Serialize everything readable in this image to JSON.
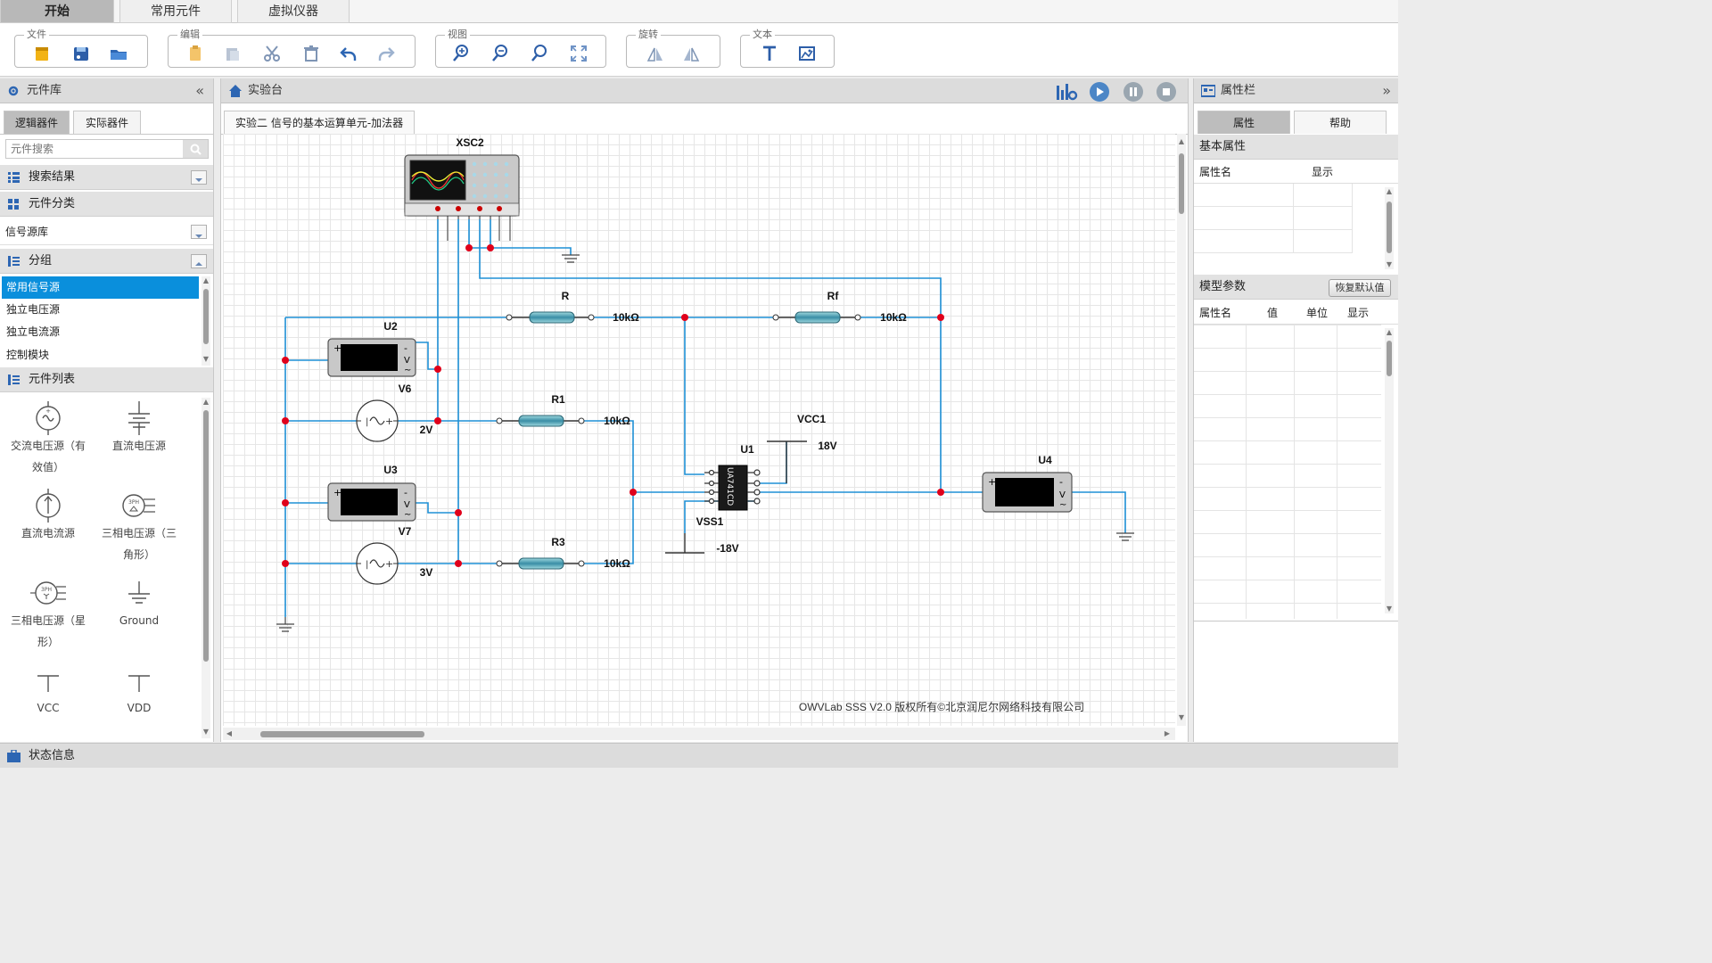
{
  "menu": {
    "tabs": [
      {
        "label": "开始"
      },
      {
        "label": "常用元件"
      },
      {
        "label": "虚拟仪器"
      }
    ]
  },
  "toolbar": {
    "groups": [
      {
        "label": "文件",
        "buttons": [
          "new-file-icon",
          "save-icon",
          "open-folder-icon"
        ]
      },
      {
        "label": "编辑",
        "buttons": [
          "copy-icon",
          "paste-icon",
          "cut-icon",
          "delete-icon",
          "undo-icon",
          "redo-icon"
        ]
      },
      {
        "label": "视图",
        "buttons": [
          "zoom-in-icon",
          "zoom-out-icon",
          "zoom-actual-icon",
          "fit-screen-icon"
        ]
      },
      {
        "label": "旋转",
        "buttons": [
          "flip-horizontal-icon",
          "flip-vertical-icon"
        ]
      },
      {
        "label": "文本",
        "buttons": [
          "text-icon",
          "image-icon"
        ]
      }
    ]
  },
  "left_panel": {
    "title": "元件库",
    "collapse": "«",
    "tabs": [
      {
        "label": "逻辑器件"
      },
      {
        "label": "实际器件"
      }
    ],
    "search": {
      "placeholder": "元件搜索"
    },
    "sections": {
      "results": "搜索结果",
      "category": "元件分类",
      "group": "分组",
      "list": "元件列表"
    },
    "category_value": "信号源库",
    "groups": [
      "常用信号源",
      "独立电压源",
      "独立电流源",
      "控制模块"
    ],
    "components": [
      {
        "label": "交流电压源（有效值）",
        "icon": "ac-voltage-source-icon"
      },
      {
        "label": "直流电压源",
        "icon": "dc-voltage-source-icon"
      },
      {
        "label": "直流电流源",
        "icon": "dc-current-source-icon"
      },
      {
        "label": "三相电压源（三角形）",
        "icon": "three-phase-delta-icon"
      },
      {
        "label": "三相电压源（星形）",
        "icon": "three-phase-star-icon"
      },
      {
        "label": "Ground",
        "icon": "ground-icon"
      },
      {
        "label": "VCC",
        "icon": "vcc-icon"
      },
      {
        "label": "VDD",
        "icon": "vdd-icon"
      }
    ]
  },
  "center": {
    "title": "实验台",
    "doc_tab": "实验二 信号的基本运算单元-加法器",
    "controls": [
      "instrument-settings-icon",
      "play-icon",
      "pause-icon",
      "stop-icon"
    ],
    "copyright": "OWVLab SSS V2.0 版权所有©北京润尼尔网络科技有限公司",
    "circuit": {
      "oscilloscope": "XSC2",
      "resistors": [
        {
          "name": "R",
          "value": "10kΩ"
        },
        {
          "name": "Rf",
          "value": "10kΩ"
        },
        {
          "name": "R1",
          "value": "10kΩ"
        },
        {
          "name": "R3",
          "value": "10kΩ"
        }
      ],
      "voltmeters": [
        {
          "name": "U2"
        },
        {
          "name": "U3"
        },
        {
          "name": "U4"
        }
      ],
      "sources": [
        {
          "name": "V6",
          "value": "2V"
        },
        {
          "name": "V7",
          "value": "3V"
        }
      ],
      "opamp": {
        "name": "U1",
        "chip": "UA741CD"
      },
      "vcc": {
        "name": "VCC1",
        "value": "18V"
      },
      "vss": {
        "name": "VSS1",
        "value": "-18V"
      }
    }
  },
  "right_panel": {
    "title": "属性栏",
    "collapse": "»",
    "tabs": [
      {
        "label": "属性"
      },
      {
        "label": "帮助"
      }
    ],
    "basic": {
      "title": "基本属性",
      "cols": [
        "属性名",
        "显示"
      ]
    },
    "model": {
      "title": "模型参数",
      "restore": "恢复默认值",
      "cols": [
        "属性名",
        "值",
        "单位",
        "显示"
      ]
    }
  },
  "status": {
    "title": "状态信息"
  },
  "colors": {
    "accent": "#0a8fdc",
    "wire": "#1e90d6",
    "node": "#e0001b"
  }
}
